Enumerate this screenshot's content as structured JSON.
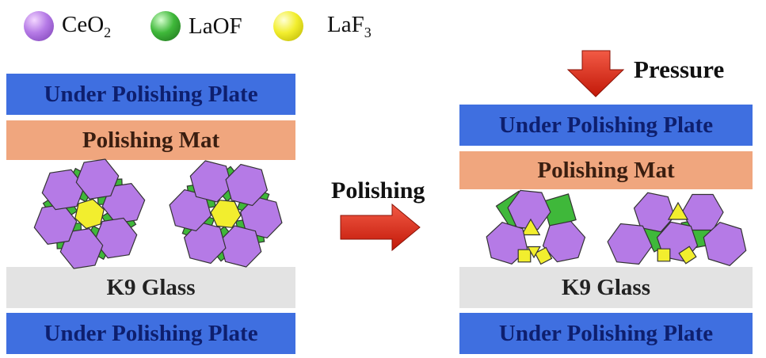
{
  "legend": {
    "ceo2": {
      "base": "CeO",
      "sub": "2",
      "color": "#b57ae6"
    },
    "laof": {
      "label": "LaOF",
      "color": "#3fb83a"
    },
    "laf3": {
      "base": "LaF",
      "sub": "3",
      "color": "#f2ee2e"
    }
  },
  "left": {
    "top_plate": "Under Polishing Plate",
    "mat": "Polishing Mat",
    "glass": "K9  Glass",
    "bottom_plate": "Under Polishing Plate"
  },
  "arrow": {
    "label": "Polishing",
    "color": "#e8291c"
  },
  "right": {
    "pressure": "Pressure",
    "top_plate": "Under Polishing Plate",
    "mat": "Polishing Mat",
    "glass": "K9  Glass",
    "bottom_plate": "Under Polishing Plate"
  },
  "colors": {
    "plate": "#3f6fe0",
    "mat": "#f0a67e",
    "glass": "#e3e3e3",
    "ceo2": "#b57ae6",
    "laof": "#3fb83a",
    "laf3": "#f2ee2e"
  }
}
